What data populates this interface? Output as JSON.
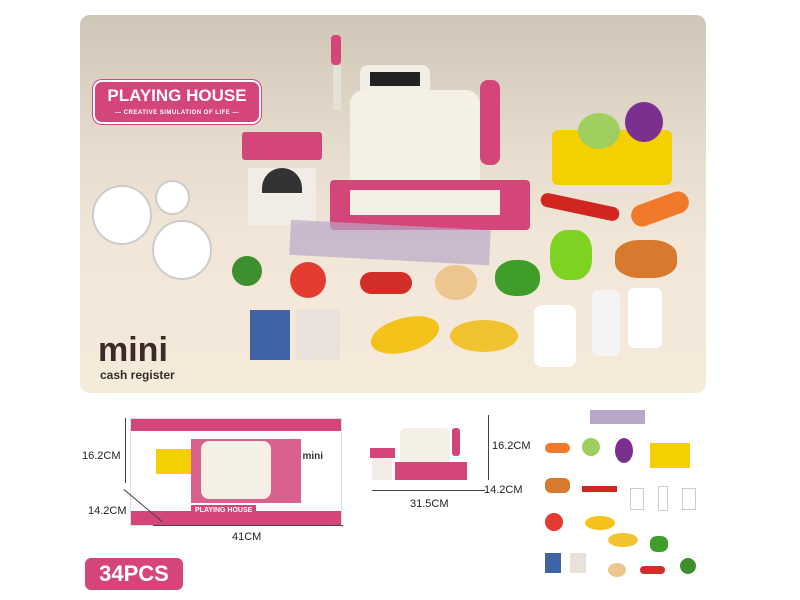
{
  "brand": {
    "title": "PLAYING HOUSE",
    "tagline": "— CREATIVE SIMULATION OF LIFE —"
  },
  "product": {
    "name": "mini",
    "subtitle": "cash register"
  },
  "box_dimensions": {
    "height": "16.2CM",
    "depth": "14.2CM",
    "width": "41CM"
  },
  "toy_dimensions": {
    "height": "16.2CM",
    "depth": "14.2CM",
    "width": "31.5CM"
  },
  "piece_count": "34PCS",
  "box_label": {
    "brand": "PLAYING HOUSE",
    "name": "mini"
  },
  "colors": {
    "accent": "#d4457a",
    "background": "#f1e6d8"
  }
}
